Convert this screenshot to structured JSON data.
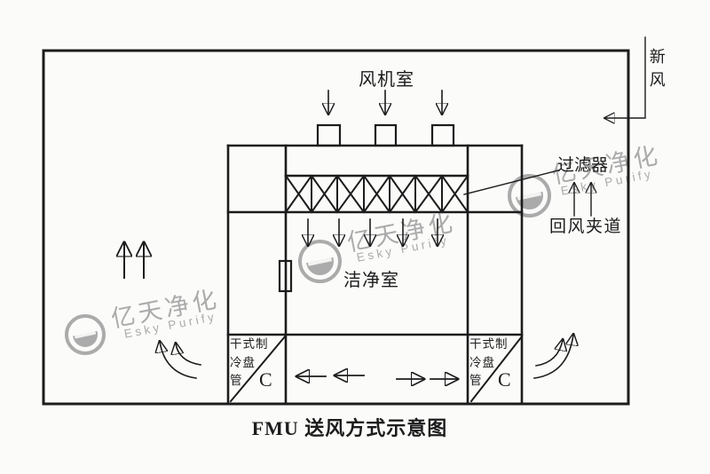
{
  "caption": "FMU 送风方式示意图",
  "labels": {
    "fan_room": "风机室",
    "fresh_air": "新风",
    "filter": "过滤器",
    "return_passage": "回风夹道",
    "clean_room": "洁净室"
  },
  "cooling_coil": {
    "lines": [
      "干式制",
      "冷盘",
      "管"
    ],
    "symbol": "C"
  },
  "watermark": {
    "cn": "亿天净化",
    "en": "Esky Purify"
  },
  "colors": {
    "line": "#1c1c1c",
    "watermark": "#ababab",
    "background": "#fbfbfa"
  }
}
